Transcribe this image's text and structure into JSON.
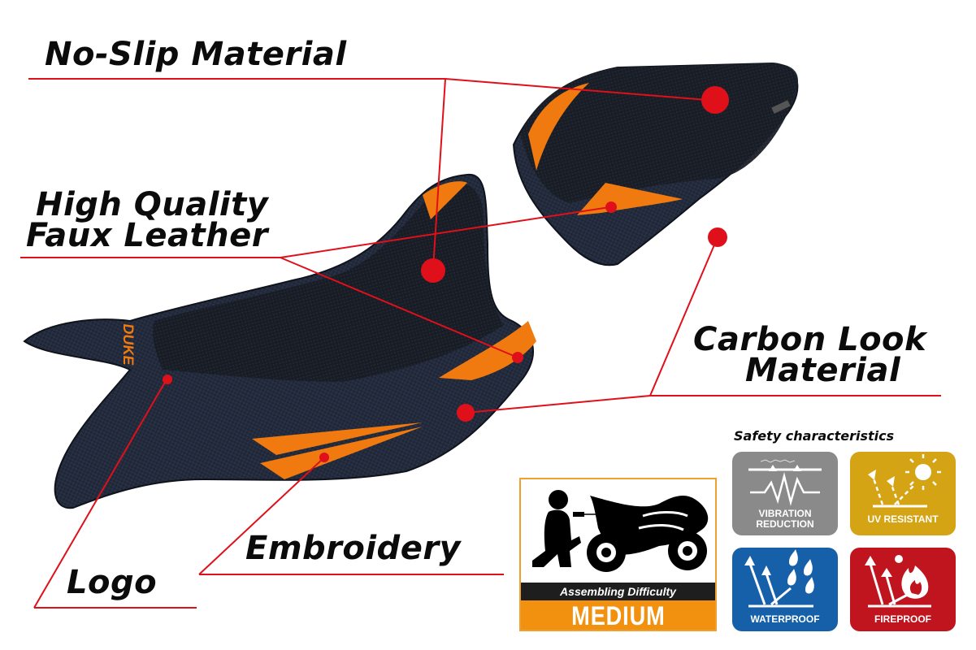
{
  "callouts": {
    "no_slip": "No-Slip Material",
    "faux_leather_line1": "High Quality",
    "faux_leather_line2": "Faux Leather",
    "carbon_line1": "Carbon Look",
    "carbon_line2": "Material",
    "embroidery": "Embroidery",
    "logo": "Logo"
  },
  "seat": {
    "logo_text": "DUKE",
    "colors": {
      "base": "#1c2230",
      "orange": "#f07a10",
      "callout_red": "#e0101a"
    }
  },
  "assembly": {
    "icon": "mechanic-motorcycle-icon",
    "title": "Assembling Difficulty",
    "level": "MEDIUM",
    "colors": {
      "border": "#f0a030",
      "bar": "#1e1e1e",
      "level_bg": "#f29110"
    }
  },
  "safety": {
    "title": "Safety characteristics",
    "tiles": [
      {
        "line1": "VIBRATION",
        "line2": "REDUCTION",
        "icon": "vibration-icon",
        "color": "#8a8a8a"
      },
      {
        "line1": "UV RESISTANT",
        "line2": "",
        "icon": "sun-uv-icon",
        "color": "#d4a414"
      },
      {
        "line1": "WATERPROOF",
        "line2": "",
        "icon": "water-drops-icon",
        "color": "#1560a8"
      },
      {
        "line1": "FIREPROOF",
        "line2": "",
        "icon": "flame-icon",
        "color": "#c0141e"
      }
    ]
  }
}
